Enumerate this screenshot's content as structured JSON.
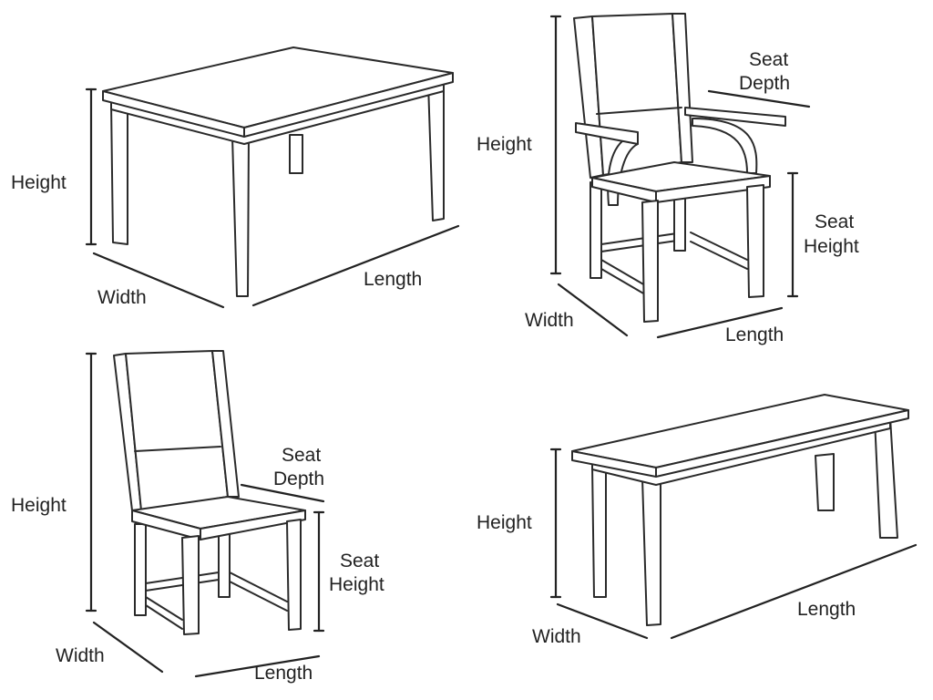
{
  "table": {
    "height": "Height",
    "width": "Width",
    "length": "Length"
  },
  "armchair": {
    "height": "Height",
    "seat_depth_1": "Seat",
    "seat_depth_2": "Depth",
    "seat_height_1": "Seat",
    "seat_height_2": "Height",
    "width": "Width",
    "length": "Length"
  },
  "side_chair": {
    "height": "Height",
    "seat_depth_1": "Seat",
    "seat_depth_2": "Depth",
    "seat_height_1": "Seat",
    "seat_height_2": "Height",
    "width": "Width",
    "length": "Length"
  },
  "bench": {
    "height": "Height",
    "width": "Width",
    "length": "Length"
  },
  "colors": {
    "line": "#2a2a2a",
    "background": "#ffffff"
  }
}
